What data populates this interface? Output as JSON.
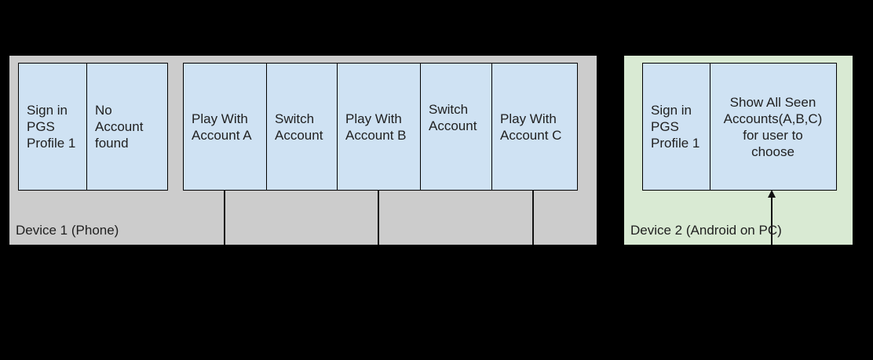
{
  "colors": {
    "background": "#000000",
    "device1_fill": "#cccccc",
    "device2_fill": "#d9ead3",
    "box_fill": "#cfe2f3",
    "box_border": "#000000",
    "line": "#111111",
    "text": "#212121"
  },
  "device1": {
    "label": "Device 1 (Phone)",
    "boxes": {
      "sign_in": "Sign in\nPGS\nProfile 1",
      "no_account": "No\nAccount\nfound",
      "play_a": "Play With\nAccount A",
      "switch_1": "Switch\nAccount",
      "play_b": "Play With\nAccount B",
      "switch_2": "Switch\nAccount",
      "play_c": "Play With\nAccount C"
    }
  },
  "device2": {
    "label": "Device 2 (Android on PC)",
    "boxes": {
      "sign_in": "Sign in\nPGS\nProfile 1",
      "show_accounts": "Show All Seen\nAccounts(A,B,C)\nfor user to\nchoose"
    }
  },
  "connectors": [
    {
      "type": "line-down",
      "from": "play_a"
    },
    {
      "type": "line-down",
      "from": "play_b"
    },
    {
      "type": "line-down",
      "from": "play_c"
    },
    {
      "type": "arrow-up",
      "to": "show_accounts"
    }
  ]
}
